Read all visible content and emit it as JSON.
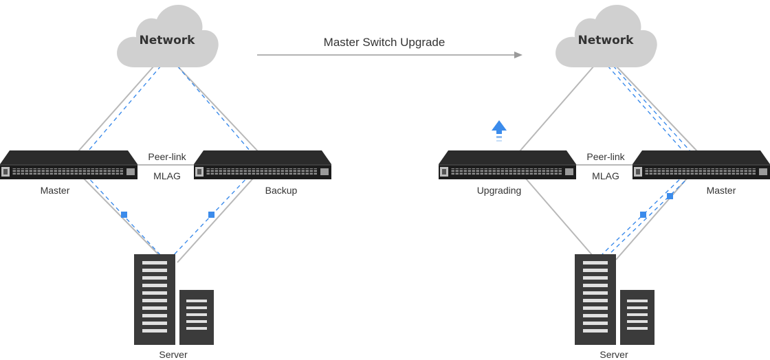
{
  "title": "Master Switch Upgrade",
  "colors": {
    "cloud": "#d0d0d0",
    "link": "#b8b8b8",
    "path": "#3b8beb",
    "switch_body": "#262626",
    "server": "#3a3a3a",
    "text": "#333333"
  },
  "left": {
    "cloud_label": "Network",
    "peer_link_label": "Peer-link",
    "mlag_label": "MLAG",
    "switch_left_label": "Master",
    "switch_right_label": "Backup",
    "server_label": "Server"
  },
  "right": {
    "cloud_label": "Network",
    "peer_link_label": "Peer-link",
    "mlag_label": "MLAG",
    "switch_left_label": "Upgrading",
    "switch_right_label": "Master",
    "server_label": "Server",
    "upgrade_icon": "up-arrow-icon"
  }
}
